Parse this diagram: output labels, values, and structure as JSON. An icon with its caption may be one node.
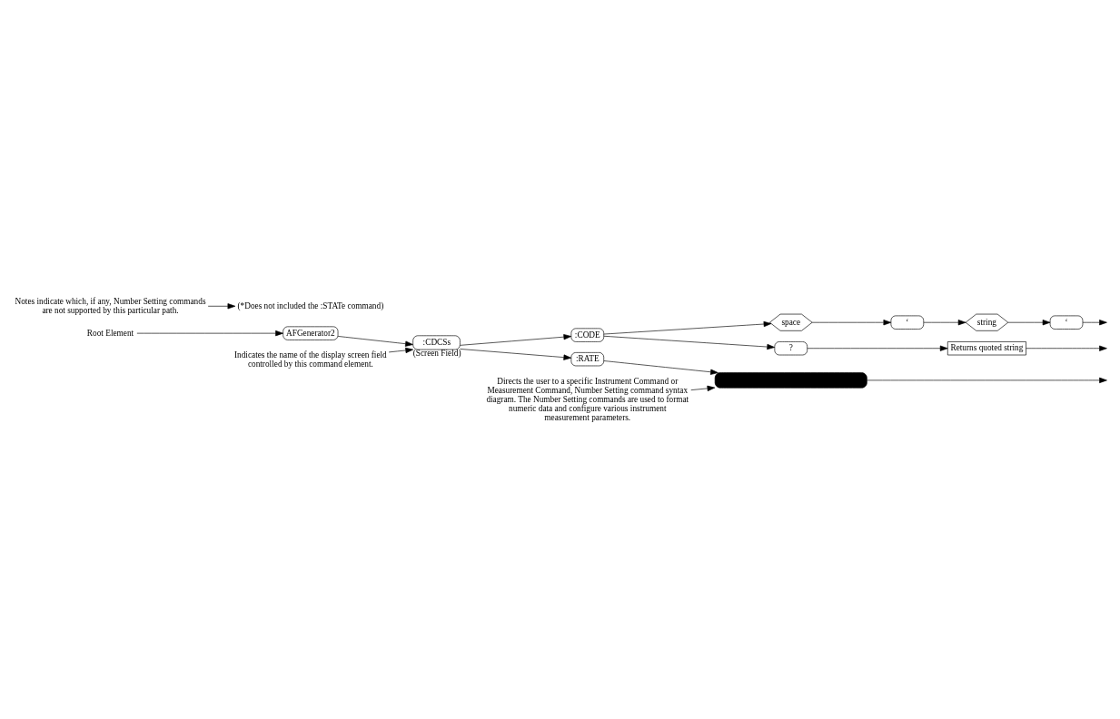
{
  "diagram": {
    "nodes": [
      {
        "text": [
          "Root Element"
        ]
      },
      {
        "text": [
          "AFGenerator2"
        ]
      },
      {
        "text": [
          ":CDCSs"
        ],
        "beside": [
          "(Screen Field)"
        ]
      },
      {
        "text": [
          ":CODE"
        ]
      },
      {
        "text": [
          "space"
        ]
      },
      {
        "text": [
          "‘"
        ]
      },
      {
        "text": [
          "string"
        ]
      },
      {
        "text": [
          "‘"
        ]
      },
      {
        "text": [
          "?"
        ]
      },
      {
        "text": [
          "Returns quoted string"
        ]
      },
      {
        "text": [
          ":RATE"
        ]
      },
      {
        "text": [],
        "shape": "bar"
      },
      {
        "text": [
          "Indicates the name of the display screen field controlled by this command element."
        ]
      },
      {
        "text": [
          "Directs the user to a specific Instrument Command or Measurement Command, Number Setting command syntax diagram. The Number Setting commands are used to format numeric data and configure various instrument measurement parameters."
        ]
      },
      {
        "text": [
          "(*Does not included the :STATe command)"
        ]
      },
      {
        "text": [
          "Notes indicate which, if any, Number Setting commands are not supported by this particular path."
        ]
      }
    ],
    "edges": [
      {
        "from": 0,
        "to": 1,
        "arrow": "to"
      },
      {
        "from": 1,
        "to": 2,
        "arrow": "to"
      },
      {
        "from": 2,
        "to": 3,
        "arrow": "to"
      },
      {
        "from": 3,
        "to": 4,
        "arrow": "to"
      },
      {
        "from": 4,
        "to": 5,
        "arrow": "to"
      },
      {
        "from": 5,
        "to": 6,
        "arrow": "to"
      },
      {
        "from": 6,
        "to": 7,
        "arrow": "to"
      },
      {
        "from": 7,
        "to": null,
        "arrow": "to"
      },
      {
        "from": 3,
        "to": 8,
        "arrow": "to"
      },
      {
        "from": 8,
        "to": 9,
        "arrow": "to"
      },
      {
        "from": 9,
        "to": null,
        "arrow": "to"
      },
      {
        "from": 2,
        "to": 10,
        "arrow": "to"
      },
      {
        "from": 10,
        "to": 11,
        "arrow": "to"
      },
      {
        "from": 11,
        "to": null,
        "arrow": "to"
      },
      {
        "from": 12,
        "to": 2,
        "arrow": "to"
      },
      {
        "from": 13,
        "to": 11,
        "arrow": "to"
      },
      {
        "from": 15,
        "to": 14,
        "arrow": "to"
      }
    ]
  }
}
